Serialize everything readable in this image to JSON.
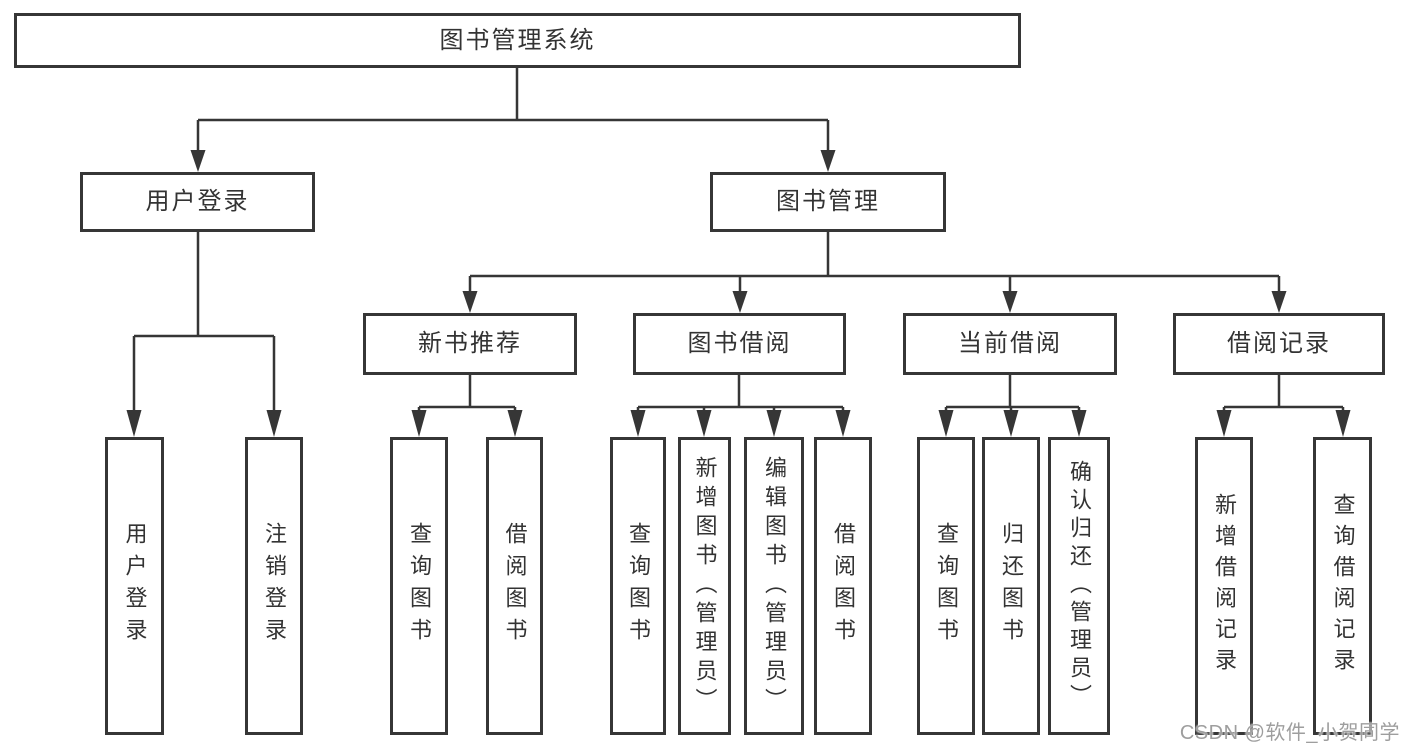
{
  "tree": {
    "root": {
      "label": "图书管理系统"
    },
    "branches": [
      {
        "label": "用户登录",
        "leaves": [
          {
            "label": "用户登录"
          },
          {
            "label": "注销登录"
          }
        ]
      },
      {
        "label": "图书管理",
        "groups": [
          {
            "label": "新书推荐",
            "leaves": [
              {
                "label": "查询图书"
              },
              {
                "label": "借阅图书"
              }
            ]
          },
          {
            "label": "图书借阅",
            "leaves": [
              {
                "label": "查询图书"
              },
              {
                "label": "新增图书（管理员）"
              },
              {
                "label": "编辑图书（管理员）"
              },
              {
                "label": "借阅图书"
              }
            ]
          },
          {
            "label": "当前借阅",
            "leaves": [
              {
                "label": "查询图书"
              },
              {
                "label": "归还图书"
              },
              {
                "label": "确认归还（管理员）"
              }
            ]
          },
          {
            "label": "借阅记录",
            "leaves": [
              {
                "label": "新增借阅记录"
              },
              {
                "label": "查询借阅记录"
              }
            ]
          }
        ]
      }
    ]
  },
  "watermark": {
    "text": "CSDN @软件_小贺同学"
  },
  "colors": {
    "background": "#ffffff",
    "box_border": "#363636",
    "connector_line": "#363636",
    "text": "#333333",
    "watermark": "#9e9e9e"
  }
}
